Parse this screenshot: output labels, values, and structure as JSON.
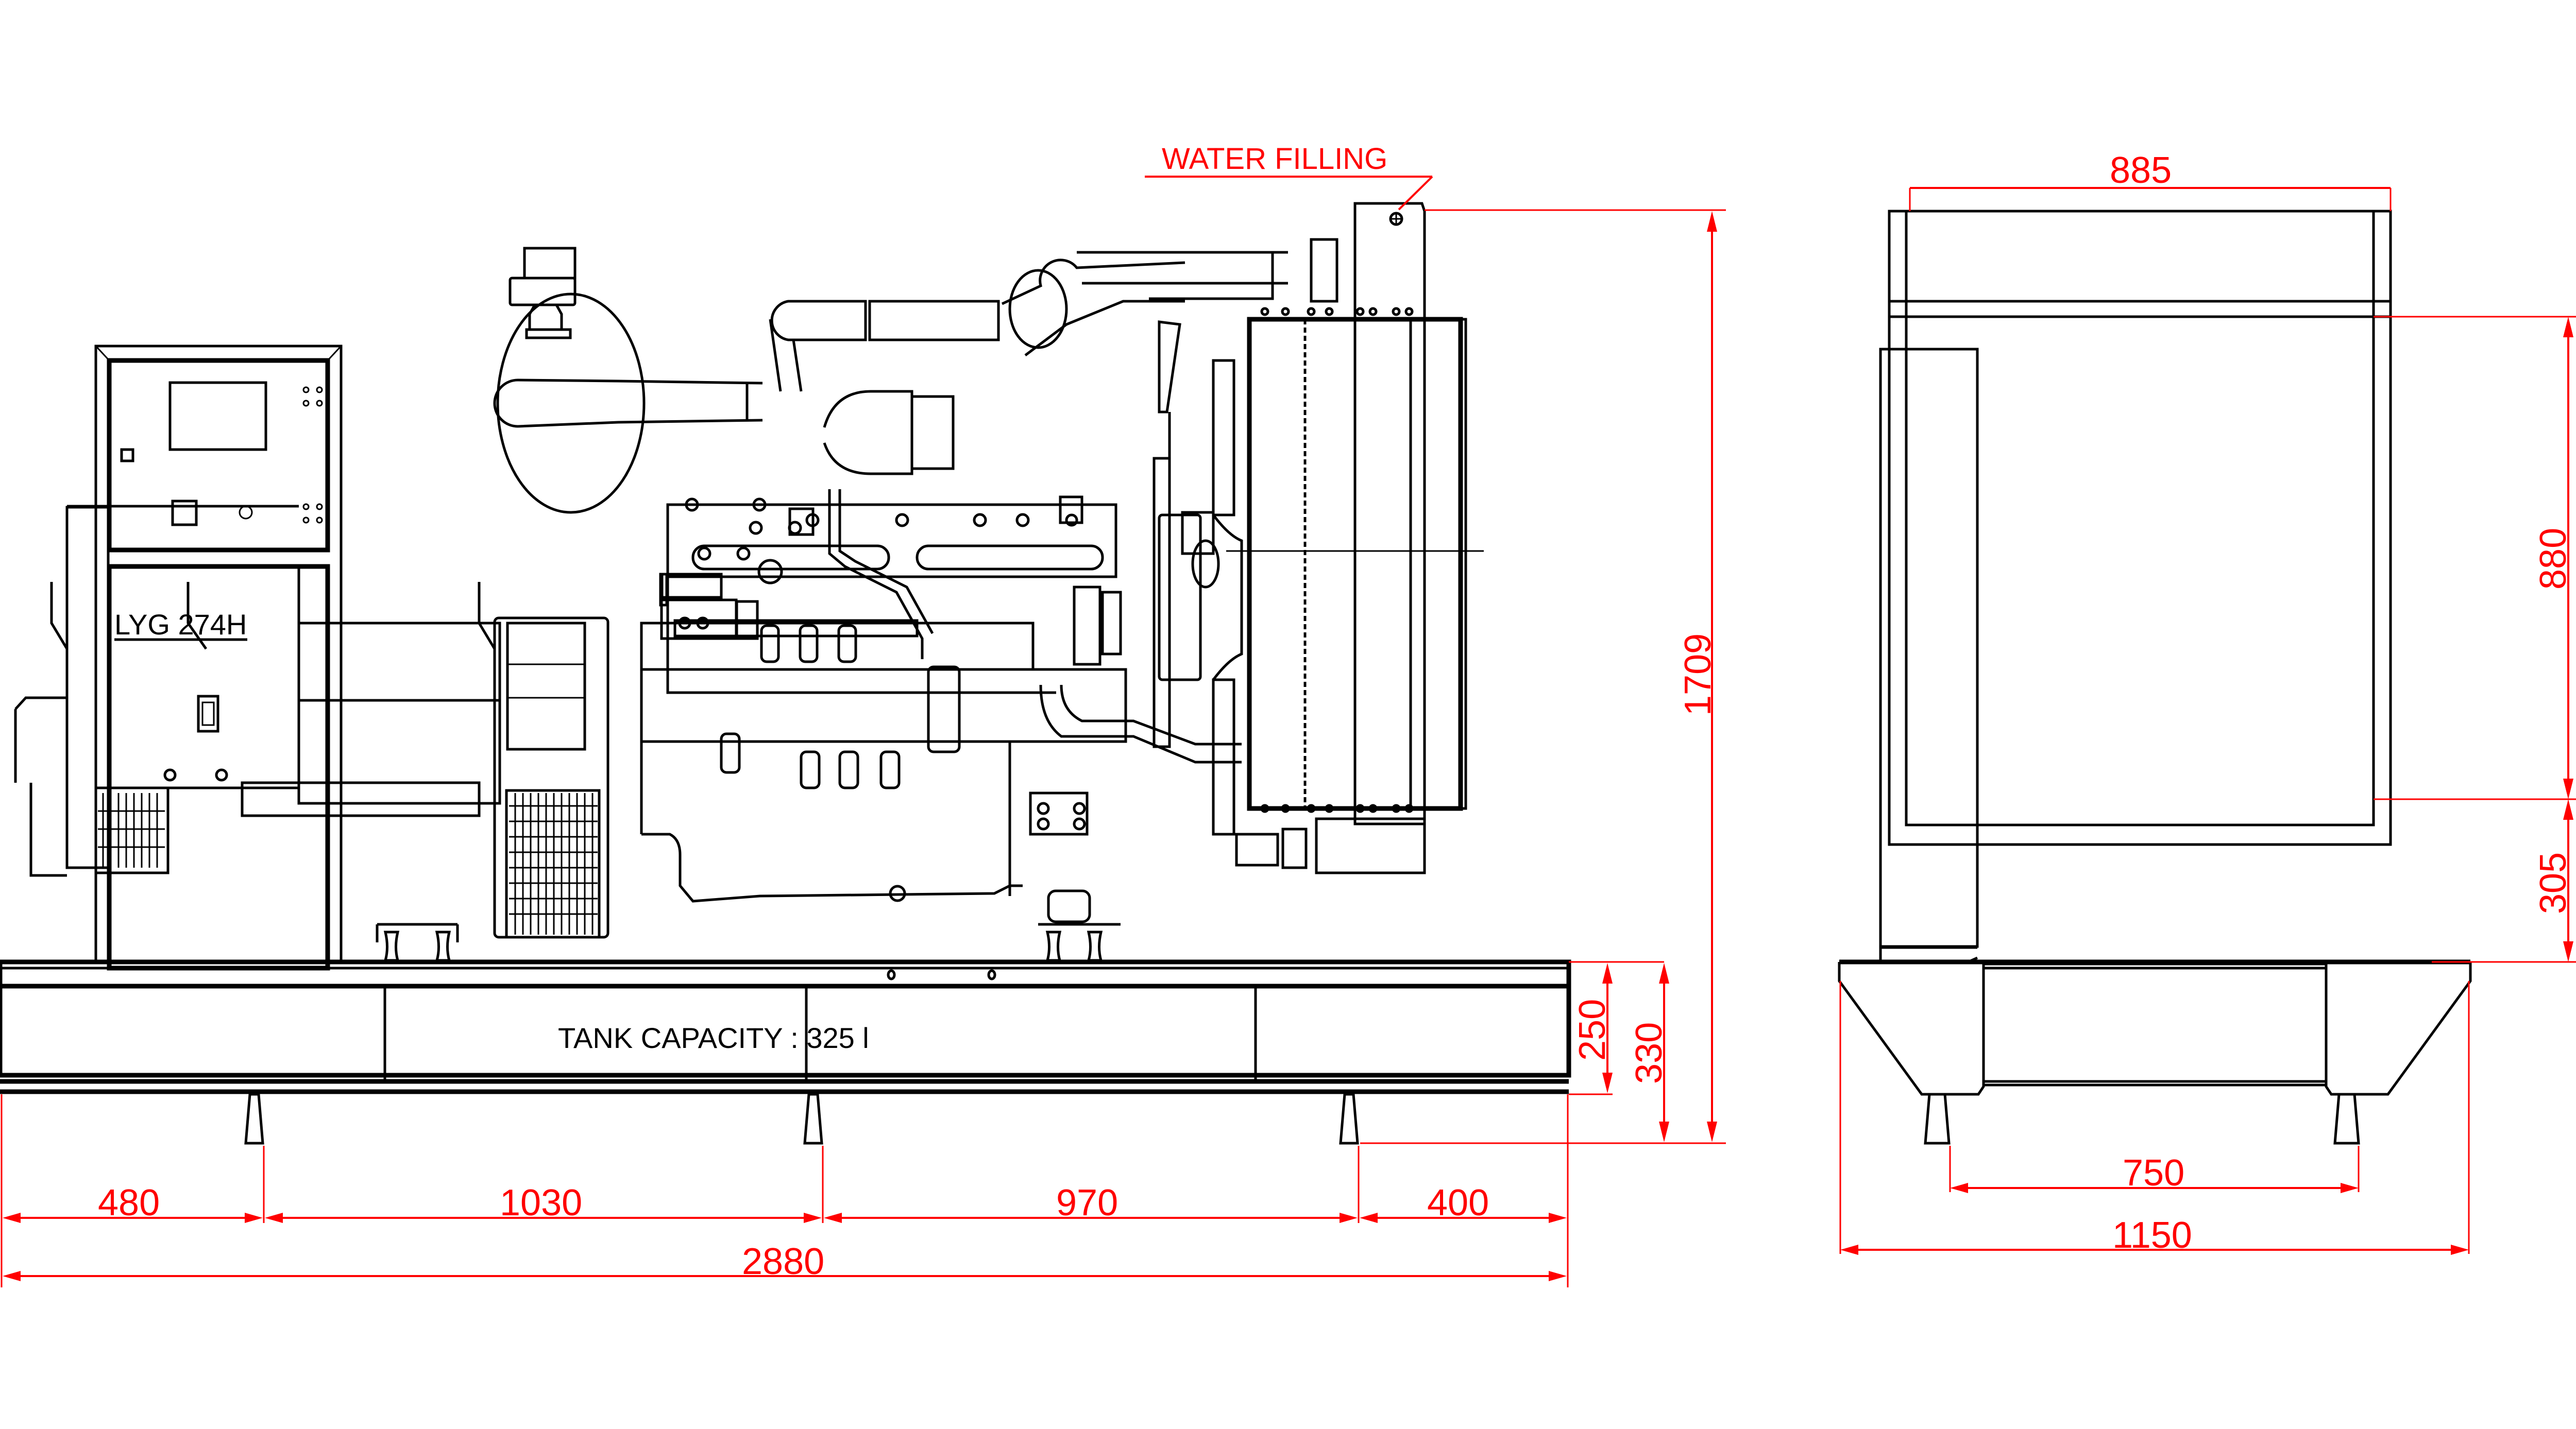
{
  "drawing": {
    "title": "Generator set dimensional drawing",
    "colors": {
      "geometry": "#000000",
      "dimensions": "#ff0000",
      "background": "#ffffff"
    },
    "units": "mm",
    "front_view": {
      "model_label": "LYG 274H",
      "tank_label": "TANK CAPACITY : 325 l",
      "callout": "WATER FILLING",
      "dimensions": {
        "overall_height": "1709",
        "base_height": "250",
        "base_with_feet": "330",
        "span_1": "480",
        "span_2": "1030",
        "span_3": "970",
        "span_4": "400",
        "overall_length": "2880"
      }
    },
    "side_view": {
      "dimensions": {
        "radiator_width": "885",
        "radiator_height": "880",
        "radiator_base_offset": "305",
        "feet_spacing": "750",
        "overall_width": "1150"
      }
    }
  }
}
